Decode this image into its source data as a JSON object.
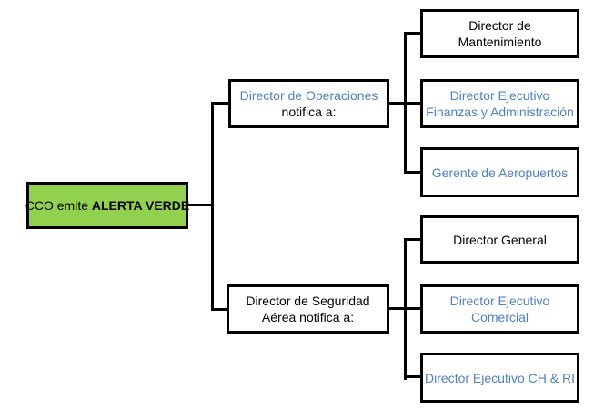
{
  "colors": {
    "accent_blue": "#4F81BD",
    "node_green": "#92D050",
    "line_black": "#000000",
    "box_background": "#FFFFFF"
  },
  "chart_data": {
    "type": "table",
    "title": "",
    "structure": "notification flowchart: root alerts two directors, each notifies three roles"
  },
  "root": {
    "text_normal": "CCO emite",
    "text_bold": "ALERTA VERDE"
  },
  "branches": [
    {
      "parent": {
        "line1": "Director de Operaciones",
        "line2": "notifica a:"
      },
      "children": [
        {
          "line1": "Director de",
          "line2": "Mantenimiento"
        },
        {
          "line1": "Director Ejecutivo",
          "line2": "Finanzas y Administración"
        },
        {
          "line1": "Gerente de Aeropuertos",
          "line2": ""
        }
      ]
    },
    {
      "parent": {
        "line1": "Director de Seguridad",
        "line2": "Aérea notifica a:"
      },
      "children": [
        {
          "line1": "Director General",
          "line2": ""
        },
        {
          "line1": "Director Ejecutivo",
          "line2": "Comercial"
        },
        {
          "line1": "Director Ejecutivo CH & RI",
          "line2": ""
        }
      ]
    }
  ]
}
